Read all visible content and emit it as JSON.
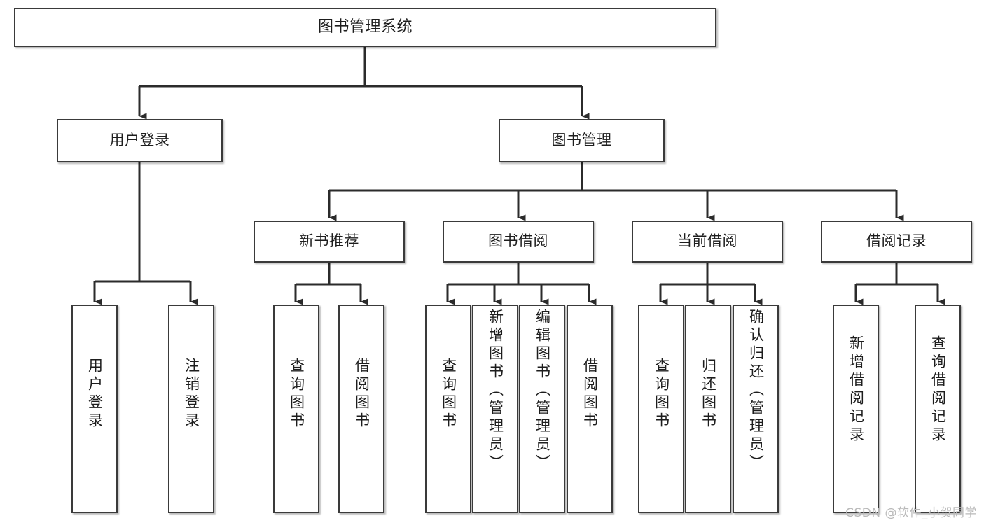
{
  "diagram": {
    "type": "tree-hierarchy",
    "title": "图书管理系统",
    "watermark": "CSDN @软件_小贺同学",
    "colors": {
      "box_border": "#3a3a3a",
      "box_fill": "#ffffff",
      "connector": "#2b2b2b",
      "text": "#1d1d1d",
      "watermark": "#b9b9b9",
      "background": "#ffffff"
    },
    "nodes": {
      "root": {
        "label": "图书管理系统"
      },
      "level2": [
        {
          "id": "user-login",
          "label": "用户登录"
        },
        {
          "id": "book-manage",
          "label": "图书管理"
        }
      ],
      "level3": [
        {
          "id": "new-book-recommend",
          "label": "新书推荐"
        },
        {
          "id": "book-borrow",
          "label": "图书借阅"
        },
        {
          "id": "current-borrow",
          "label": "当前借阅"
        },
        {
          "id": "borrow-record",
          "label": "借阅记录"
        }
      ],
      "leaves": [
        {
          "id": "leaf-user-login",
          "label": "用户登录",
          "parent": "user-login"
        },
        {
          "id": "leaf-logout-login",
          "label": "注销登录",
          "parent": "user-login"
        },
        {
          "id": "leaf-query-book-1",
          "label": "查询图书",
          "parent": "new-book-recommend"
        },
        {
          "id": "leaf-borrow-book-1",
          "label": "借阅图书",
          "parent": "new-book-recommend"
        },
        {
          "id": "leaf-query-book-2",
          "label": "查询图书",
          "parent": "book-borrow"
        },
        {
          "id": "leaf-add-book",
          "label": "新增图书（管理员）",
          "parent": "book-borrow"
        },
        {
          "id": "leaf-edit-book",
          "label": "编辑图书（管理员）",
          "parent": "book-borrow"
        },
        {
          "id": "leaf-borrow-book-2",
          "label": "借阅图书",
          "parent": "book-borrow"
        },
        {
          "id": "leaf-query-book-3",
          "label": "查询图书",
          "parent": "current-borrow"
        },
        {
          "id": "leaf-return-book",
          "label": "归还图书",
          "parent": "current-borrow"
        },
        {
          "id": "leaf-confirm-return",
          "label": "确认归还（管理员）",
          "parent": "current-borrow"
        },
        {
          "id": "leaf-add-record",
          "label": "新增借阅记录",
          "parent": "borrow-record"
        },
        {
          "id": "leaf-query-record",
          "label": "查询借阅记录",
          "parent": "borrow-record"
        }
      ]
    }
  }
}
